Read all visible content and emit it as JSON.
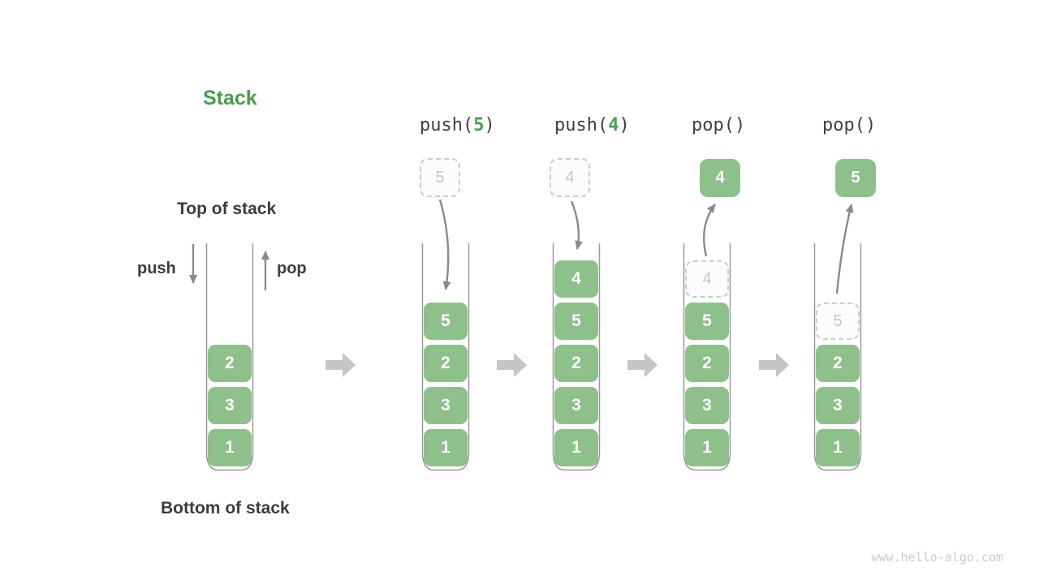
{
  "title": "Stack",
  "watermark": "www.hello-algo.com",
  "legend": {
    "top": "Top of stack",
    "bottom": "Bottom of stack",
    "push": "push",
    "pop": "pop"
  },
  "colors": {
    "accent_green": "#46A049",
    "box_green": "#8DC08B",
    "box_text": "#FFFFFF",
    "dark_text": "#3C3C3C",
    "code_text": "#3F3F3F",
    "dashed_border": "#CDCDCD",
    "dashed_text": "#C6C6C6",
    "thin_arrow": "#8A8A8A",
    "block_arrow": "#C5C5C5",
    "container_wall": "#999999",
    "watermark_gray": "#CBCBCB"
  },
  "columns": [
    {
      "name": "initial-stack",
      "cells": [
        "2",
        "3",
        "1"
      ]
    },
    {
      "name": "after-push-5",
      "op_fn": "push(",
      "op_arg": "5",
      "op_close": ")",
      "incoming": "5",
      "cells": [
        "5",
        "2",
        "3",
        "1"
      ]
    },
    {
      "name": "after-push-4",
      "op_fn": "push(",
      "op_arg": "4",
      "op_close": ")",
      "incoming": "4",
      "cells": [
        "4",
        "5",
        "2",
        "3",
        "1"
      ]
    },
    {
      "name": "after-pop-4",
      "op_fn": "pop()",
      "popped": "4",
      "ghost": "4",
      "cells": [
        "5",
        "2",
        "3",
        "1"
      ]
    },
    {
      "name": "after-pop-5",
      "op_fn": "pop()",
      "popped": "5",
      "ghost": "5",
      "cells": [
        "2",
        "3",
        "1"
      ]
    }
  ]
}
